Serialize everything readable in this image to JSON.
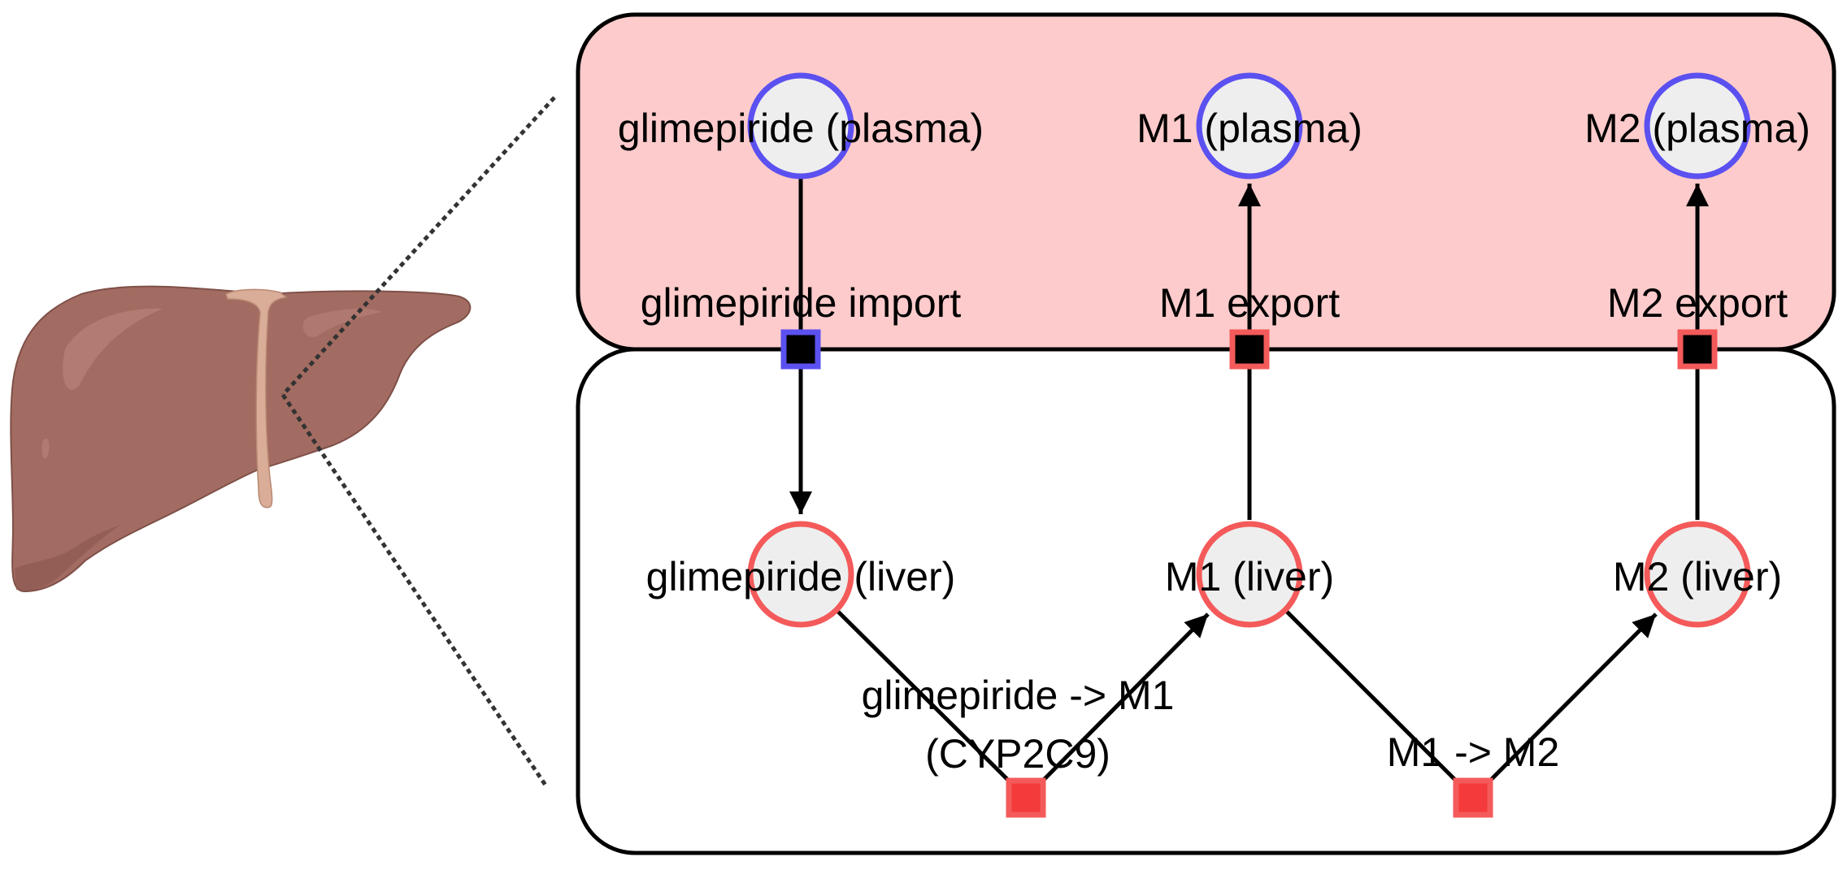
{
  "colors": {
    "plasma_fill": "#fdcbcb",
    "compartment_border": "#000000",
    "plasma_species_border": "#5b50f0",
    "liver_species_border": "#f45a5a",
    "species_fill": "#eeeeee",
    "transport_import_border": "#5b50f0",
    "transport_export_border": "#f45a5a",
    "enzymatic_reaction_fill": "#f43a3a",
    "liver_organ": "#a36c62",
    "liver_highlight": "#c08a80",
    "gallbladder_duct": "#d9ad98"
  },
  "liver_illustration": {
    "icon": "liver-organ-icon"
  },
  "species": {
    "glimepiride_plasma": {
      "label": "glimepiride (plasma)"
    },
    "m1_plasma": {
      "label": "M1 (plasma)"
    },
    "m2_plasma": {
      "label": "M2 (plasma)"
    },
    "glimepiride_liver": {
      "label": "glimepiride (liver)"
    },
    "m1_liver": {
      "label": "M1 (liver)"
    },
    "m2_liver": {
      "label": "M2 (liver)"
    }
  },
  "reactions": {
    "glimepiride_import": {
      "label": "glimepiride import"
    },
    "m1_export": {
      "label": "M1 export"
    },
    "m2_export": {
      "label": "M2 export"
    },
    "glimepiride_to_m1": {
      "label_line1": "glimepiride -> M1",
      "label_line2": "(CYP2C9)"
    },
    "m1_to_m2": {
      "label": "M1 -> M2"
    }
  }
}
